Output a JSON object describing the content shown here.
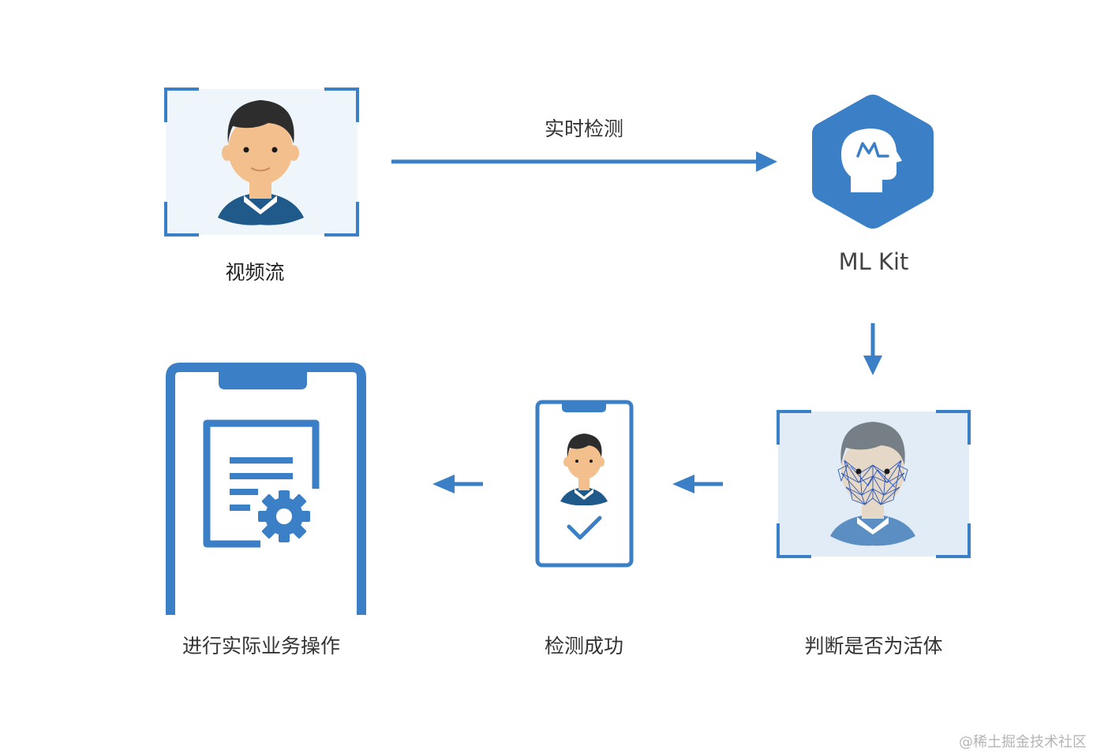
{
  "labels": {
    "video_stream": "视频流",
    "realtime_detect": "实时检测",
    "ml_kit": "ML Kit",
    "judge_liveness": "判断是否为活体",
    "detect_success": "检测成功",
    "business_operation": "进行实际业务操作"
  },
  "watermark": "@稀土掘金技术社区",
  "colors": {
    "primary_blue": "#3b80c6",
    "light_panel": "#eef5fb",
    "face_panel": "#e1ecf7",
    "skin": "#f3c08d",
    "hair": "#2d2d2d",
    "shirt": "#1f5a8a",
    "scan_face": "#e6d8c6",
    "scan_hair": "#777f86",
    "mesh": "#2a56b8"
  },
  "icons": {
    "person": "person-avatar-icon",
    "ml_kit": "ml-kit-hexagon-head-icon",
    "face_mesh": "face-mesh-scan-icon",
    "phone_check": "phone-check-icon",
    "document_settings": "document-gear-icon"
  }
}
